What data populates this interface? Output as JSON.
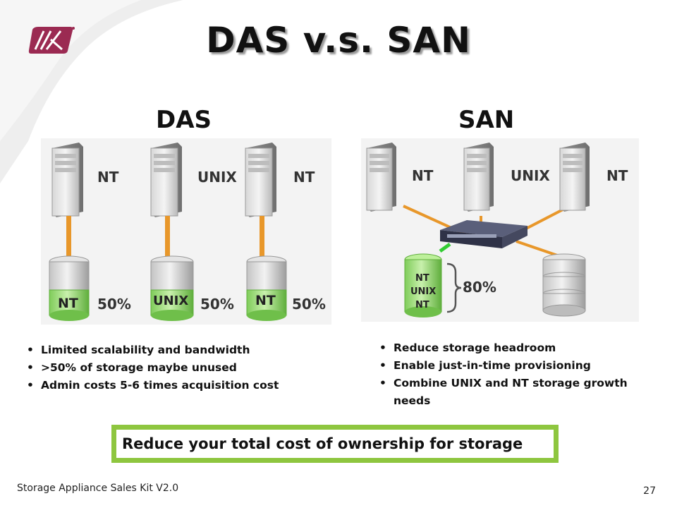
{
  "slide": {
    "title": "DAS v.s. SAN",
    "footer": "Storage Appliance Sales Kit V2.0",
    "page_number": "27"
  },
  "das": {
    "heading": "DAS",
    "servers": [
      "NT",
      "UNIX",
      "NT"
    ],
    "disks": [
      {
        "label": "NT",
        "utilization": "50%"
      },
      {
        "label": "UNIX",
        "utilization": "50%"
      },
      {
        "label": "NT",
        "utilization": "50%"
      }
    ],
    "bullets": [
      "Limited scalability and bandwidth",
      ">50% of storage maybe unused",
      "Admin costs 5-6 times acquisition cost"
    ]
  },
  "san": {
    "heading": "SAN",
    "servers": [
      "NT",
      "UNIX",
      "NT"
    ],
    "shared_disk_labels": [
      "NT",
      "UNIX",
      "NT"
    ],
    "utilization": "80%",
    "bullets": [
      "Reduce storage headroom",
      "Enable just-in-time provisioning",
      "Combine UNIX and NT storage growth needs"
    ]
  },
  "tagline": "Reduce your total cost of ownership for storage",
  "colors": {
    "accent_green": "#8ec63f",
    "disk_green": "#8fd96a",
    "link_orange": "#e8972a",
    "logo_maroon": "#9b2a52"
  },
  "icons": [
    "logo",
    "server-tower-icon",
    "disk-stack-icon",
    "fc-switch-icon",
    "brace-icon"
  ]
}
